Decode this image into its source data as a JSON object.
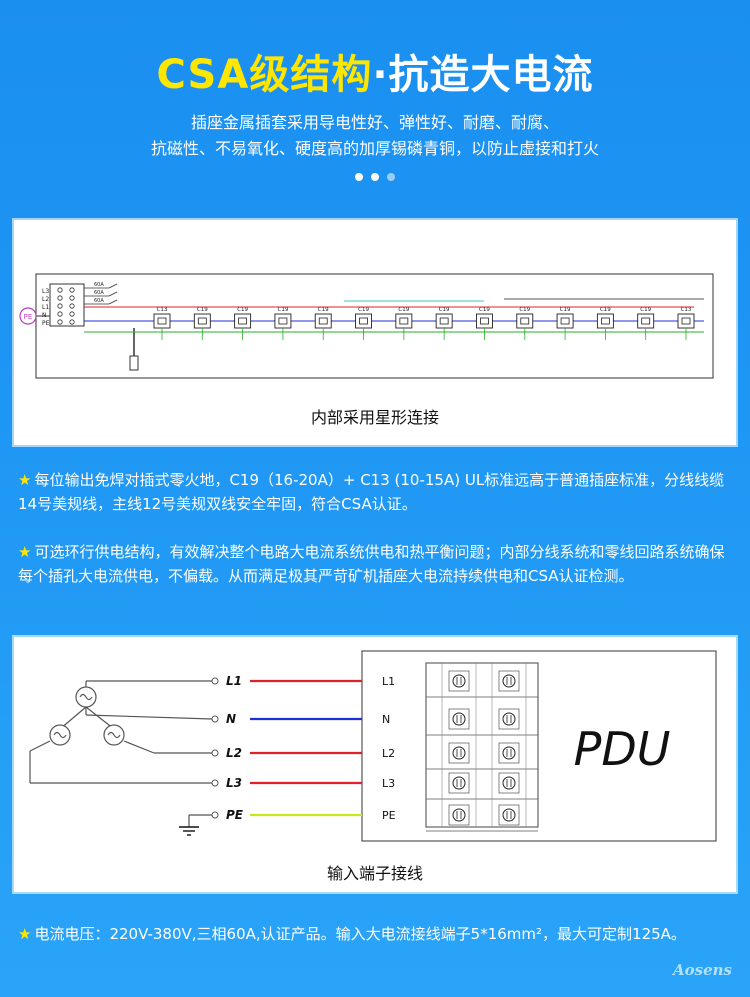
{
  "header": {
    "title_highlight": "CSA级结构",
    "title_rest": "·抗造大电流",
    "subtitle_line1": "插座金属插套采用导电性好、弹性好、耐磨、耐腐、",
    "subtitle_line2": "抗磁性、不易氧化、硬度高的加厚锡磷青铜，以防止虚接和打火"
  },
  "diagram1": {
    "caption": "内部采用星形连接",
    "terminal_labels": [
      "L3",
      "L2",
      "L1",
      "N",
      "PE"
    ],
    "pe_label": "PE",
    "breakers": [
      "60A",
      "60A",
      "60A"
    ],
    "sockets": [
      "C13",
      "C19",
      "C19",
      "C19",
      "C19",
      "C19",
      "C19",
      "C19",
      "C19",
      "C19",
      "C19",
      "C19",
      "C19",
      "C13"
    ]
  },
  "note1": {
    "star": "★",
    "text": "每位输出免焊对插式零火地，C19（16-20A）+ C13 (10-15A) UL标准远高于普通插座标准，分线线缆14号美规线，主线12号美规双线安全牢固，符合CSA认证。"
  },
  "note2": {
    "star": "★",
    "text": "可选环行供电结构，有效解决整个电路大电流系统供电和热平衡问题；内部分线系统和零线回路系统确保每个插孔大电流供电，不偏载。从而满足极其严苛矿机插座大电流持续供电和CSA认证检测。"
  },
  "diagram2": {
    "caption": "输入端子接线",
    "lines": [
      {
        "label": "L1",
        "color": "#e0202a"
      },
      {
        "label": "N",
        "color": "#1b2fd8"
      },
      {
        "label": "L2",
        "color": "#e0202a"
      },
      {
        "label": "L3",
        "color": "#e0202a"
      },
      {
        "label": "PE",
        "color": "#c8e81a"
      }
    ],
    "pdu_label": "PDU"
  },
  "note3": {
    "star": "★",
    "text": "电流电压：220V-380V,三相60A,认证产品。输入大电流接线端子5*16mm²，最大可定制125A。"
  },
  "watermark": "Aosens"
}
